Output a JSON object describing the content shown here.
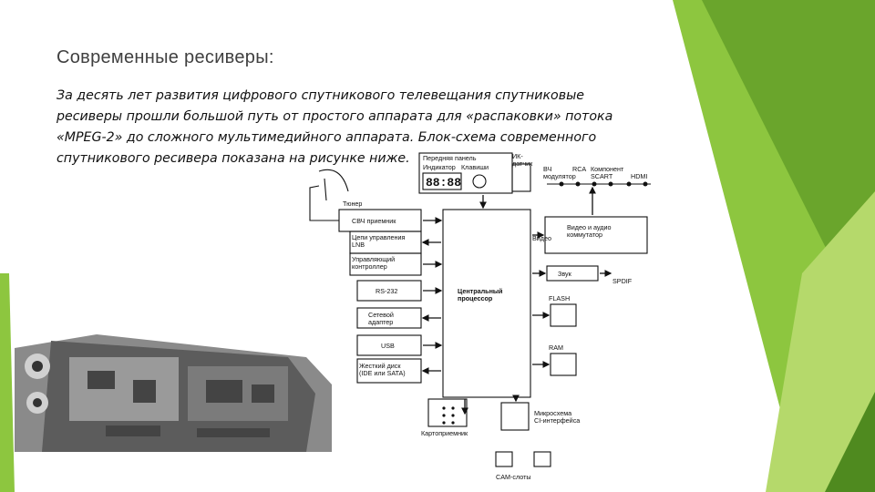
{
  "slide": {
    "title": "Современные ресиверы:",
    "body": "За десять лет развития цифрового спутникового телевещания спутниковые ресиверы прошли большой путь от простого аппарата для «распаковки» потока «MPEG-2» до сложного мультимедийного аппарата. Блок-схема современного спутникового ресивера показана на рисунке ниже.",
    "accent_colors": [
      "#8dc63f",
      "#6aa52c",
      "#b5d96b",
      "#4f8a1f"
    ]
  },
  "diagram": {
    "front_panel": "Передняя панель",
    "indicator": "Индикатор",
    "keys": "Клавиши",
    "display_digits": "88:88",
    "ir_sensor": "ИК-\nдатчик",
    "rf_modulator": "ВЧ\nмодулятор",
    "rca": "RCA",
    "component": "Компонент",
    "scart": "SCART",
    "hdmi": "HDMI",
    "tuner": "Тюнер",
    "shf_receiver": "СВЧ приемник",
    "lnb_control": "Цепи управления\nLNB",
    "control_controller": "Управляющий\nконтроллер",
    "rs232": "RS-232",
    "network_adapter": "Сетевой\nадаптер",
    "usb": "USB",
    "hdd": "Жесткий диск\n(IDE или SATA)",
    "cpu": "Центральный\nпроцессор",
    "video_label": "Видео",
    "av_switch": "Видео и аудио\nкоммутатор",
    "sound": "Звук",
    "spdif": "SPDIF",
    "flash": "FLASH",
    "ram": "RAM",
    "card_reader": "Картоприемник",
    "ci_chip": "Микросхема\nCI-интерфейса",
    "cam_slots": "CAM-слоты"
  }
}
